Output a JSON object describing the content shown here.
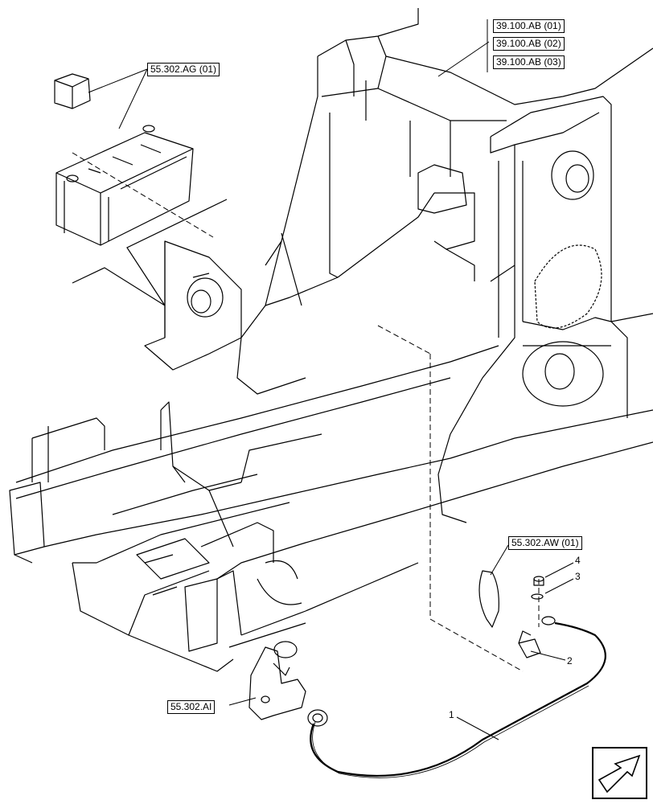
{
  "references": {
    "ab1": "39.100.AB (01)",
    "ab2": "39.100.AB (02)",
    "ab3": "39.100.AB (03)",
    "ag": "55.302.AG (01)",
    "aw": "55.302.AW (01)",
    "ai": "55.302.AI"
  },
  "callouts": {
    "c1": "1",
    "c2": "2",
    "c3": "3",
    "c4": "4"
  },
  "nav_icon": "next-page-arrow-icon",
  "colors": {
    "line": "#000000",
    "background": "#ffffff"
  }
}
